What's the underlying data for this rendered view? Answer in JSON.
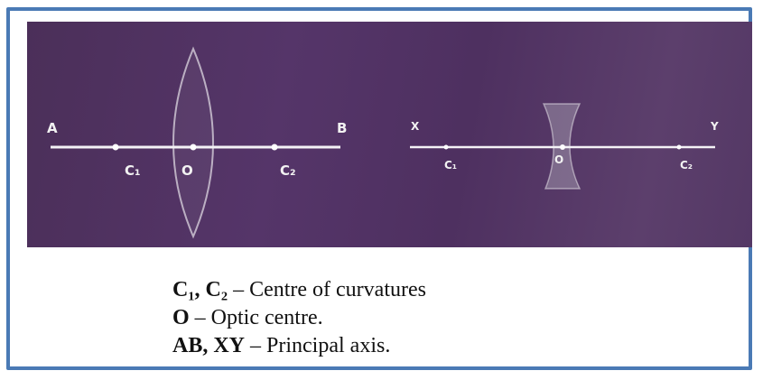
{
  "diagram": {
    "convex": {
      "left_end": "A",
      "right_end": "B",
      "c1": "C₁",
      "optic_centre": "O",
      "c2": "C₂"
    },
    "concave": {
      "left_end": "X",
      "right_end": "Y",
      "c1": "C₁",
      "optic_centre": "O",
      "c2": "C₂"
    }
  },
  "legend": [
    {
      "term": "C₁, C₂",
      "dash": " – ",
      "desc": "Centre of curvatures"
    },
    {
      "term": "O",
      "dash": " – ",
      "desc": "Optic centre."
    },
    {
      "term": "AB, XY",
      "dash": " – ",
      "desc": "Principal axis."
    }
  ],
  "colors": {
    "frame_border": "#4a7ab5",
    "board_background": "#533566",
    "axis_line": "#f4f2f6"
  }
}
